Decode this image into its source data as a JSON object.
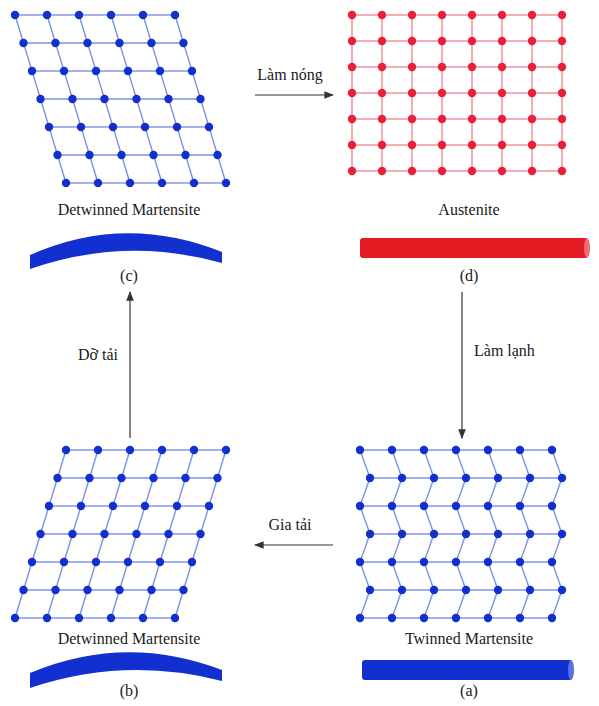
{
  "diagram": {
    "nodes": [
      {
        "text": [
          "Detwinned Martensite",
          "(c)"
        ]
      },
      {
        "text": [
          "Austenite",
          "(d)"
        ]
      },
      {
        "text": [
          "Detwinned Martensite",
          "(b)"
        ]
      },
      {
        "text": [
          "Twinned Martensite",
          "(a)"
        ]
      }
    ],
    "edges": [
      {
        "from": 0,
        "to": 1,
        "label": "Làm nóng",
        "arrow": "to"
      },
      {
        "from": 1,
        "to": 3,
        "label": "Làm lạnh",
        "arrow": "to"
      },
      {
        "from": 3,
        "to": 2,
        "label": "Gia tải",
        "arrow": "to"
      },
      {
        "from": 2,
        "to": 0,
        "label": "Dỡ tải",
        "arrow": "to"
      }
    ]
  }
}
